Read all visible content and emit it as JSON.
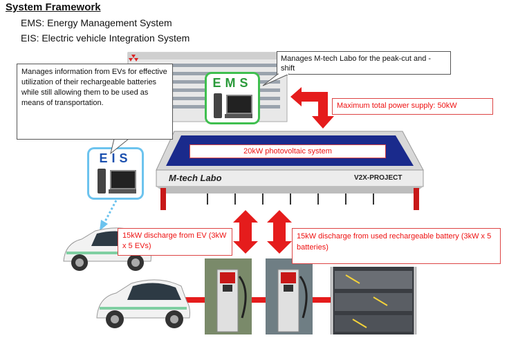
{
  "header": {
    "title": "System Framework",
    "ems_def": "EMS: Energy Management System",
    "eis_def": "EIS: Electric vehicle Integration System"
  },
  "callouts": {
    "ems_note": "Manages M-tech Labo for the peak-cut and - shift",
    "eis_note": "Manages information from EVs for effective utilization of their rechargeable batteries while still allowing them to be used as means of transportation."
  },
  "systems": {
    "ems_label": "EMS",
    "eis_label": "EIS"
  },
  "labels": {
    "max_power": "Maximum total power supply: 50kW",
    "pv_system": "20kW photovoltaic system",
    "ev_discharge": "15kW discharge from EV (3kW x 5 EVs)",
    "battery_discharge": "15kW discharge from used rechargeable battery (3kW x 5 batteries)"
  },
  "facility": {
    "name": "M-tech Labo",
    "project": "V2X-PROJECT"
  },
  "colors": {
    "arrow_red": "#e51c1c",
    "ems_green": "#3fbf4f",
    "eis_blue": "#6cc3ee",
    "label_red": "#e11111",
    "panel_blue": "#1a2a8c"
  }
}
